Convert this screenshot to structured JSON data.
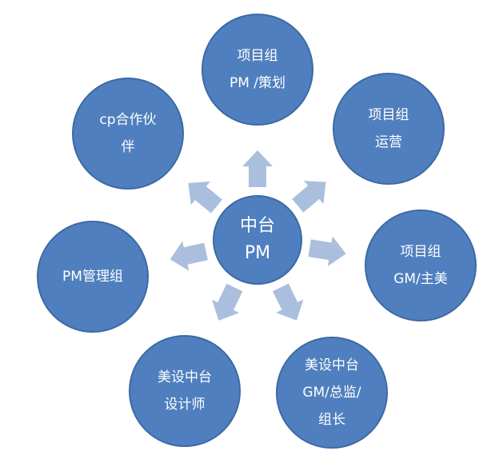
{
  "colors": {
    "node_fill": "#4f7fbe",
    "node_border": "#3d6aa3",
    "arrow_fill": "#a9bfdd",
    "text": "#ffffff"
  },
  "nodes": {
    "center": {
      "lines": [
        "中台",
        "PM"
      ]
    },
    "top": {
      "lines": [
        "项目组",
        "PM /策划"
      ]
    },
    "top_right": {
      "lines": [
        "项目组",
        "运营"
      ]
    },
    "right": {
      "lines": [
        "项目组",
        "GM/主美"
      ]
    },
    "bottom_right": {
      "lines": [
        "美设中台",
        "GM/总监/",
        "组长"
      ]
    },
    "bottom_left": {
      "lines": [
        "美设中台",
        "设计师"
      ]
    },
    "left": {
      "lines": [
        "PM管理组"
      ]
    },
    "top_left": {
      "lines": [
        "cp合作伙",
        "伴"
      ]
    }
  }
}
